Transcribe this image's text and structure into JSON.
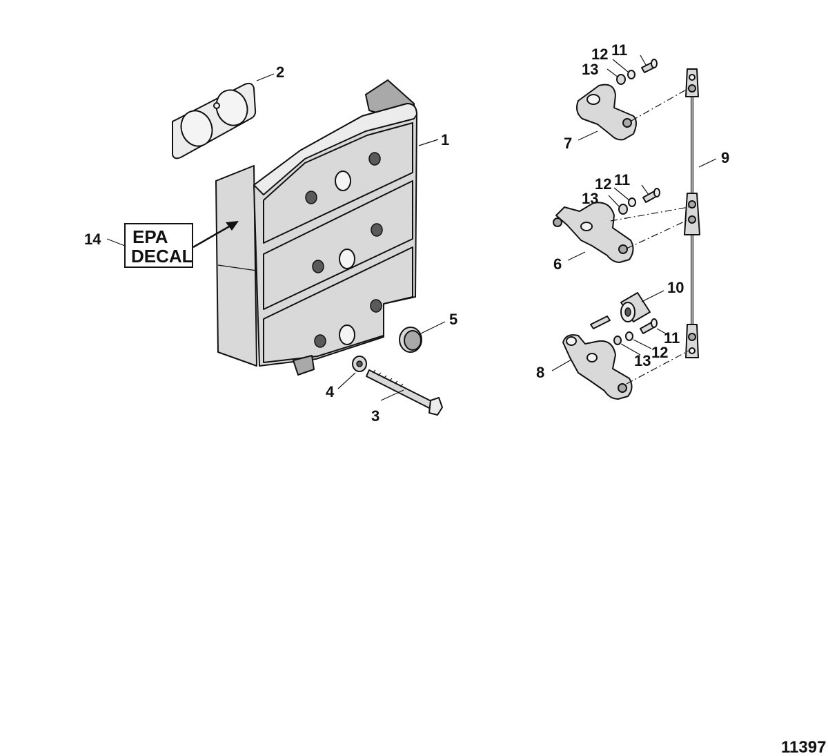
{
  "callouts": {
    "c1": "1",
    "c2": "2",
    "c3": "3",
    "c4": "4",
    "c5": "5",
    "c6": "6",
    "c7": "7",
    "c8": "8",
    "c9": "9",
    "c10": "10",
    "c11a": "11",
    "c11b": "11",
    "c11c": "11",
    "c12a": "12",
    "c12b": "12",
    "c12c": "12",
    "c13a": "13",
    "c13b": "13",
    "c13c": "13",
    "c14": "14"
  },
  "decal": {
    "line1": "EPA",
    "line2": "DECAL"
  },
  "figure_number": "11397"
}
